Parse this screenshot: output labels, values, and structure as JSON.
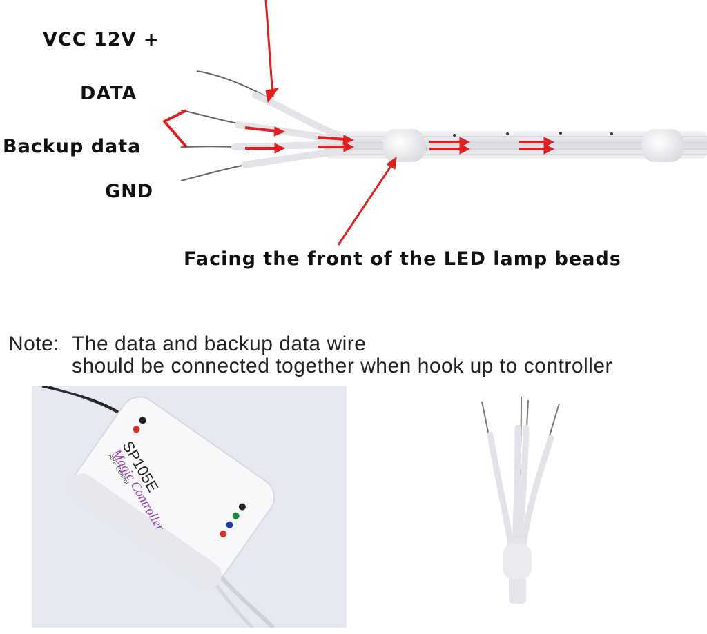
{
  "wire_labels": {
    "vcc": "VCC 12V +",
    "data": "DATA",
    "backup_data": "Backup data",
    "gnd": "GND"
  },
  "caption_front": "Facing the front of the LED lamp beads",
  "note": {
    "prefix": "Note:",
    "line1": "The data and backup data wire",
    "line2": "should be connected together when hook up to controller"
  },
  "controller": {
    "model": "SP105E",
    "name": "Magic Controller",
    "subtitle": "APP Control"
  },
  "colors": {
    "arrow_red": "#e02020",
    "wire_body": "#e8e8ec",
    "photo_bg": "#e6e8f2"
  }
}
